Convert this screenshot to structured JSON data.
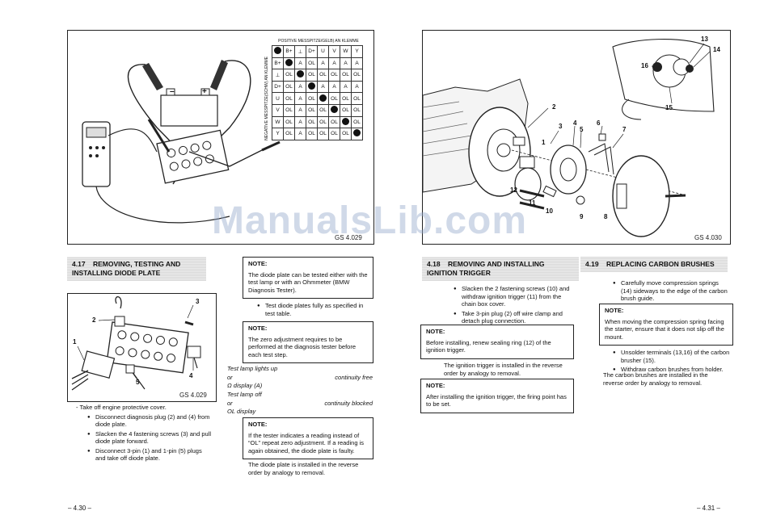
{
  "watermark": "ManualsLib.com",
  "left_page": {
    "figure_top": {
      "caption": "GS 4.029",
      "table_header": "POSITIVE MESSPITZE/GELB) AN KLEMME",
      "table_side": "NEGATIVE MESSPITZE(SCHW) AN KLEMME",
      "battery_minus": "–",
      "battery_plus": "+",
      "col_headers": [
        "●",
        "B+",
        "⊥",
        "D+",
        "U",
        "V",
        "W",
        "Y"
      ],
      "rows": [
        [
          "B+",
          "●",
          "A",
          "OL",
          "A",
          "A",
          "A",
          "A"
        ],
        [
          "⊥",
          "OL",
          "●",
          "OL",
          "OL",
          "OL",
          "OL",
          "OL"
        ],
        [
          "D+",
          "OL",
          "A",
          "●",
          "A",
          "A",
          "A",
          "A"
        ],
        [
          "U",
          "OL",
          "A",
          "OL",
          "●",
          "OL",
          "OL",
          "OL"
        ],
        [
          "V",
          "OL",
          "A",
          "OL",
          "OL",
          "●",
          "OL",
          "OL"
        ],
        [
          "W",
          "OL",
          "A",
          "OL",
          "OL",
          "OL",
          "●",
          "OL"
        ],
        [
          "Y",
          "OL",
          "A",
          "OL",
          "OL",
          "OL",
          "OL",
          "●"
        ]
      ]
    },
    "section": {
      "number": "4.17",
      "title": "Removing, testing and installing diode plate"
    },
    "figure_small": {
      "caption": "GS 4.029",
      "labels": [
        "1",
        "2",
        "3",
        "4",
        "5"
      ]
    },
    "steps_intro": "- Take off engine protective cover.",
    "steps": [
      "Disconnect diagnosis plug (2) and (4) from diode plate.",
      "Slacken the 4 fastening screws (3) and pull diode plate forward.",
      "Disconnect 3-pin (1) and 1-pin (5) plugs and take off diode plate."
    ],
    "note1": {
      "heading": "NOTE:",
      "text": "The diode plate can be tested either with the test lamp or with an Ohmmeter (BMW Diagnosis Tester)."
    },
    "test_bullet": "Test diode plates fully as specified in test table.",
    "note2": {
      "heading": "NOTE:",
      "text": "The zero adjustment requires to be performed at the diagnosis tester before each test step."
    },
    "test_lines": [
      {
        "left": "Test lamp lights up",
        "right": ""
      },
      {
        "left": "or",
        "right": "continuity free"
      },
      {
        "left": "Ω display (A)",
        "right": ""
      },
      {
        "left": "Test lamp off",
        "right": ""
      },
      {
        "left": "or",
        "right": "continuity blocked"
      },
      {
        "left": "OL display",
        "right": ""
      }
    ],
    "note3": {
      "heading": "NOTE:",
      "text": "If the tester indicates a reading instead of “OL” repeat zero adjustment. If a reading is again obtained, the diode plate is faulty."
    },
    "closing": "The diode plate is installed in the reverse order by analogy to removal.",
    "page_number": "– 4.30 –"
  },
  "right_page": {
    "figure": {
      "caption": "GS 4.030",
      "labels": [
        "1",
        "2",
        "3",
        "4",
        "5",
        "6",
        "7",
        "8",
        "9",
        "10",
        "11",
        "12",
        "13",
        "14",
        "15",
        "16"
      ]
    },
    "section_a": {
      "number": "4.18",
      "title": "Removing and installing ignition trigger"
    },
    "steps_a": [
      "Slacken the 2 fastening screws (10) and withdraw ignition trigger (11) from the chain box cover.",
      "Take 3-pin plug (2) off wire clamp and detach plug connection."
    ],
    "note_a1": {
      "heading": "NOTE:",
      "text": "Before installing, renew sealing ring (12) of the ignition trigger."
    },
    "closing_a": "The ignition trigger is installed in the reverse order by analogy to removal.",
    "note_a2": {
      "heading": "NOTE:",
      "text": "After installing the ignition trigger, the firing point has to be set."
    },
    "section_b": {
      "number": "4.19",
      "title": "Replacing carbon brushes"
    },
    "steps_b": [
      "Carefully move compression springs (14) sideways to the edge of the carbon brush guide."
    ],
    "note_b1": {
      "heading": "NOTE:",
      "text": "When moving the compression spring facing the starter, ensure that it does not slip off the mount."
    },
    "steps_b2": [
      "Unsolder terminals (13,16) of the carbon brusher (15).",
      "Withdraw carbon brushes from holder."
    ],
    "closing_b": "The carbon brushes are installed in the reverse order by analogy to removal.",
    "page_number": "– 4.31 –"
  }
}
